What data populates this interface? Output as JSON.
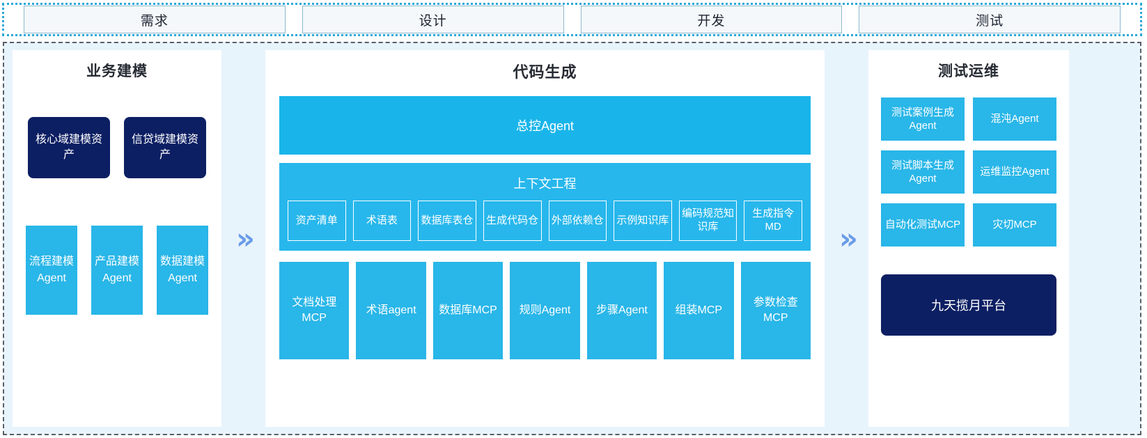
{
  "phases": [
    {
      "label": "需求"
    },
    {
      "label": "设计"
    },
    {
      "label": "开发"
    },
    {
      "label": "测试"
    }
  ],
  "colors": {
    "cyan": "#29b6e8",
    "cyan_band": "#19b5ea",
    "navy": "#0d1f63",
    "panel_bg": "#e8f4fc",
    "chevron": "#6a9ce8",
    "phase_border": "#8cb8cf",
    "frame_dashed": "#5a5f66",
    "strip_dotted": "#29a8d8"
  },
  "arrows": {
    "glyph": "»",
    "left_label": "business-to-code-arrow",
    "right_label": "code-to-test-arrow"
  },
  "left_panel": {
    "title": "业务建模",
    "assets": [
      {
        "label": "核心域建模资产"
      },
      {
        "label": "信贷域建模资产"
      }
    ],
    "agents": [
      {
        "label": "流程建模Agent"
      },
      {
        "label": "产品建模Agent"
      },
      {
        "label": "数据建模Agent"
      }
    ]
  },
  "mid_panel": {
    "title": "代码生成",
    "master_agent": "总控Agent",
    "context_title": "上下文工程",
    "context_items": [
      {
        "label": "资产清单"
      },
      {
        "label": "术语表"
      },
      {
        "label": "数据库表仓"
      },
      {
        "label": "生成代码仓"
      },
      {
        "label": "外部依赖仓"
      },
      {
        "label": "示例知识库"
      },
      {
        "label": "编码规范知识库"
      },
      {
        "label": "生成指令MD"
      }
    ],
    "tools": [
      {
        "label": "文档处理MCP"
      },
      {
        "label": "术语agent"
      },
      {
        "label": "数据库MCP"
      },
      {
        "label": "规则Agent"
      },
      {
        "label": "步骤Agent"
      },
      {
        "label": "组装MCP"
      },
      {
        "label": "参数检查MCP"
      }
    ]
  },
  "right_panel": {
    "title": "测试运维",
    "items": [
      {
        "label": "测试案例生成Agent"
      },
      {
        "label": "混沌Agent"
      },
      {
        "label": "测试脚本生成Agent"
      },
      {
        "label": "运维监控Agent"
      },
      {
        "label": "自动化测试MCP"
      },
      {
        "label": "灾切MCP"
      }
    ],
    "platform": "九天揽月平台"
  }
}
